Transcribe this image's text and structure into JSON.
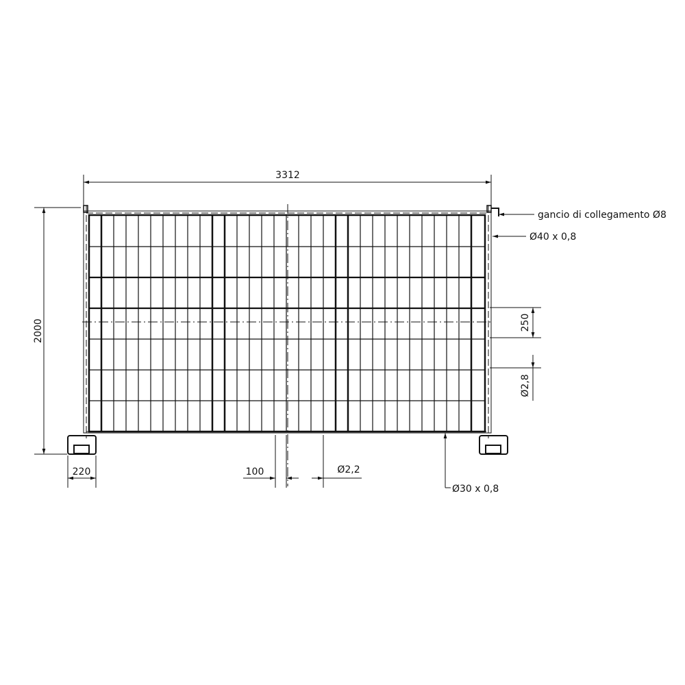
{
  "dimensions": {
    "width": "3312",
    "height": "2000",
    "mesh_height": "250",
    "wire_horizontal": "Ø2,8",
    "foot": "220",
    "mesh_width": "100",
    "wire_vertical": "Ø2,2"
  },
  "labels": {
    "hook": "gancio di collegamento Ø8",
    "upright_tube": "Ø40 x 0,8",
    "frame_tube": "Ø30 x 0,8"
  }
}
